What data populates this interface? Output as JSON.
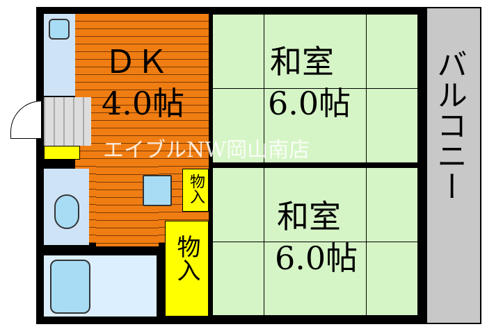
{
  "rooms": {
    "dk": {
      "name": "ＤＫ",
      "size": "4.0帖"
    },
    "washitsu_top": {
      "name": "和室",
      "size": "6.0帖"
    },
    "washitsu_bottom": {
      "name": "和室",
      "size": "6.0帖"
    },
    "storage_small": "物入",
    "storage_large": "物入",
    "balcony": "バルコニー"
  },
  "watermark": "エイブルNW岡山南店"
}
